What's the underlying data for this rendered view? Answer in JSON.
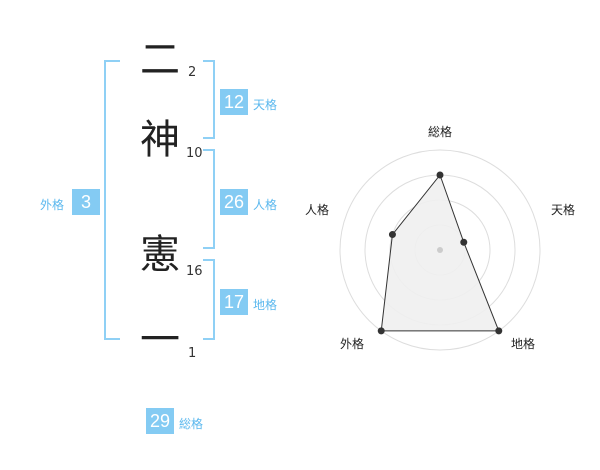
{
  "name_chars": [
    {
      "char": "二",
      "strokes": "2"
    },
    {
      "char": "神",
      "strokes": "10"
    },
    {
      "char": "憲",
      "strokes": "16"
    },
    {
      "char": "一",
      "strokes": "1"
    }
  ],
  "kakusu": {
    "tenkaku": {
      "label": "天格",
      "value": "12"
    },
    "jinkaku": {
      "label": "人格",
      "value": "26"
    },
    "chikaku": {
      "label": "地格",
      "value": "17"
    },
    "gaikaku": {
      "label": "外格",
      "value": "3"
    },
    "soukaku": {
      "label": "総格",
      "value": "29"
    }
  },
  "radar": {
    "axes": [
      "総格",
      "天格",
      "地格",
      "外格",
      "人格"
    ],
    "levels": 4,
    "scores": [
      0.75,
      0.25,
      1.0,
      1.0,
      0.5
    ],
    "fill_color": "#efefef",
    "line_color": "#333333"
  }
}
